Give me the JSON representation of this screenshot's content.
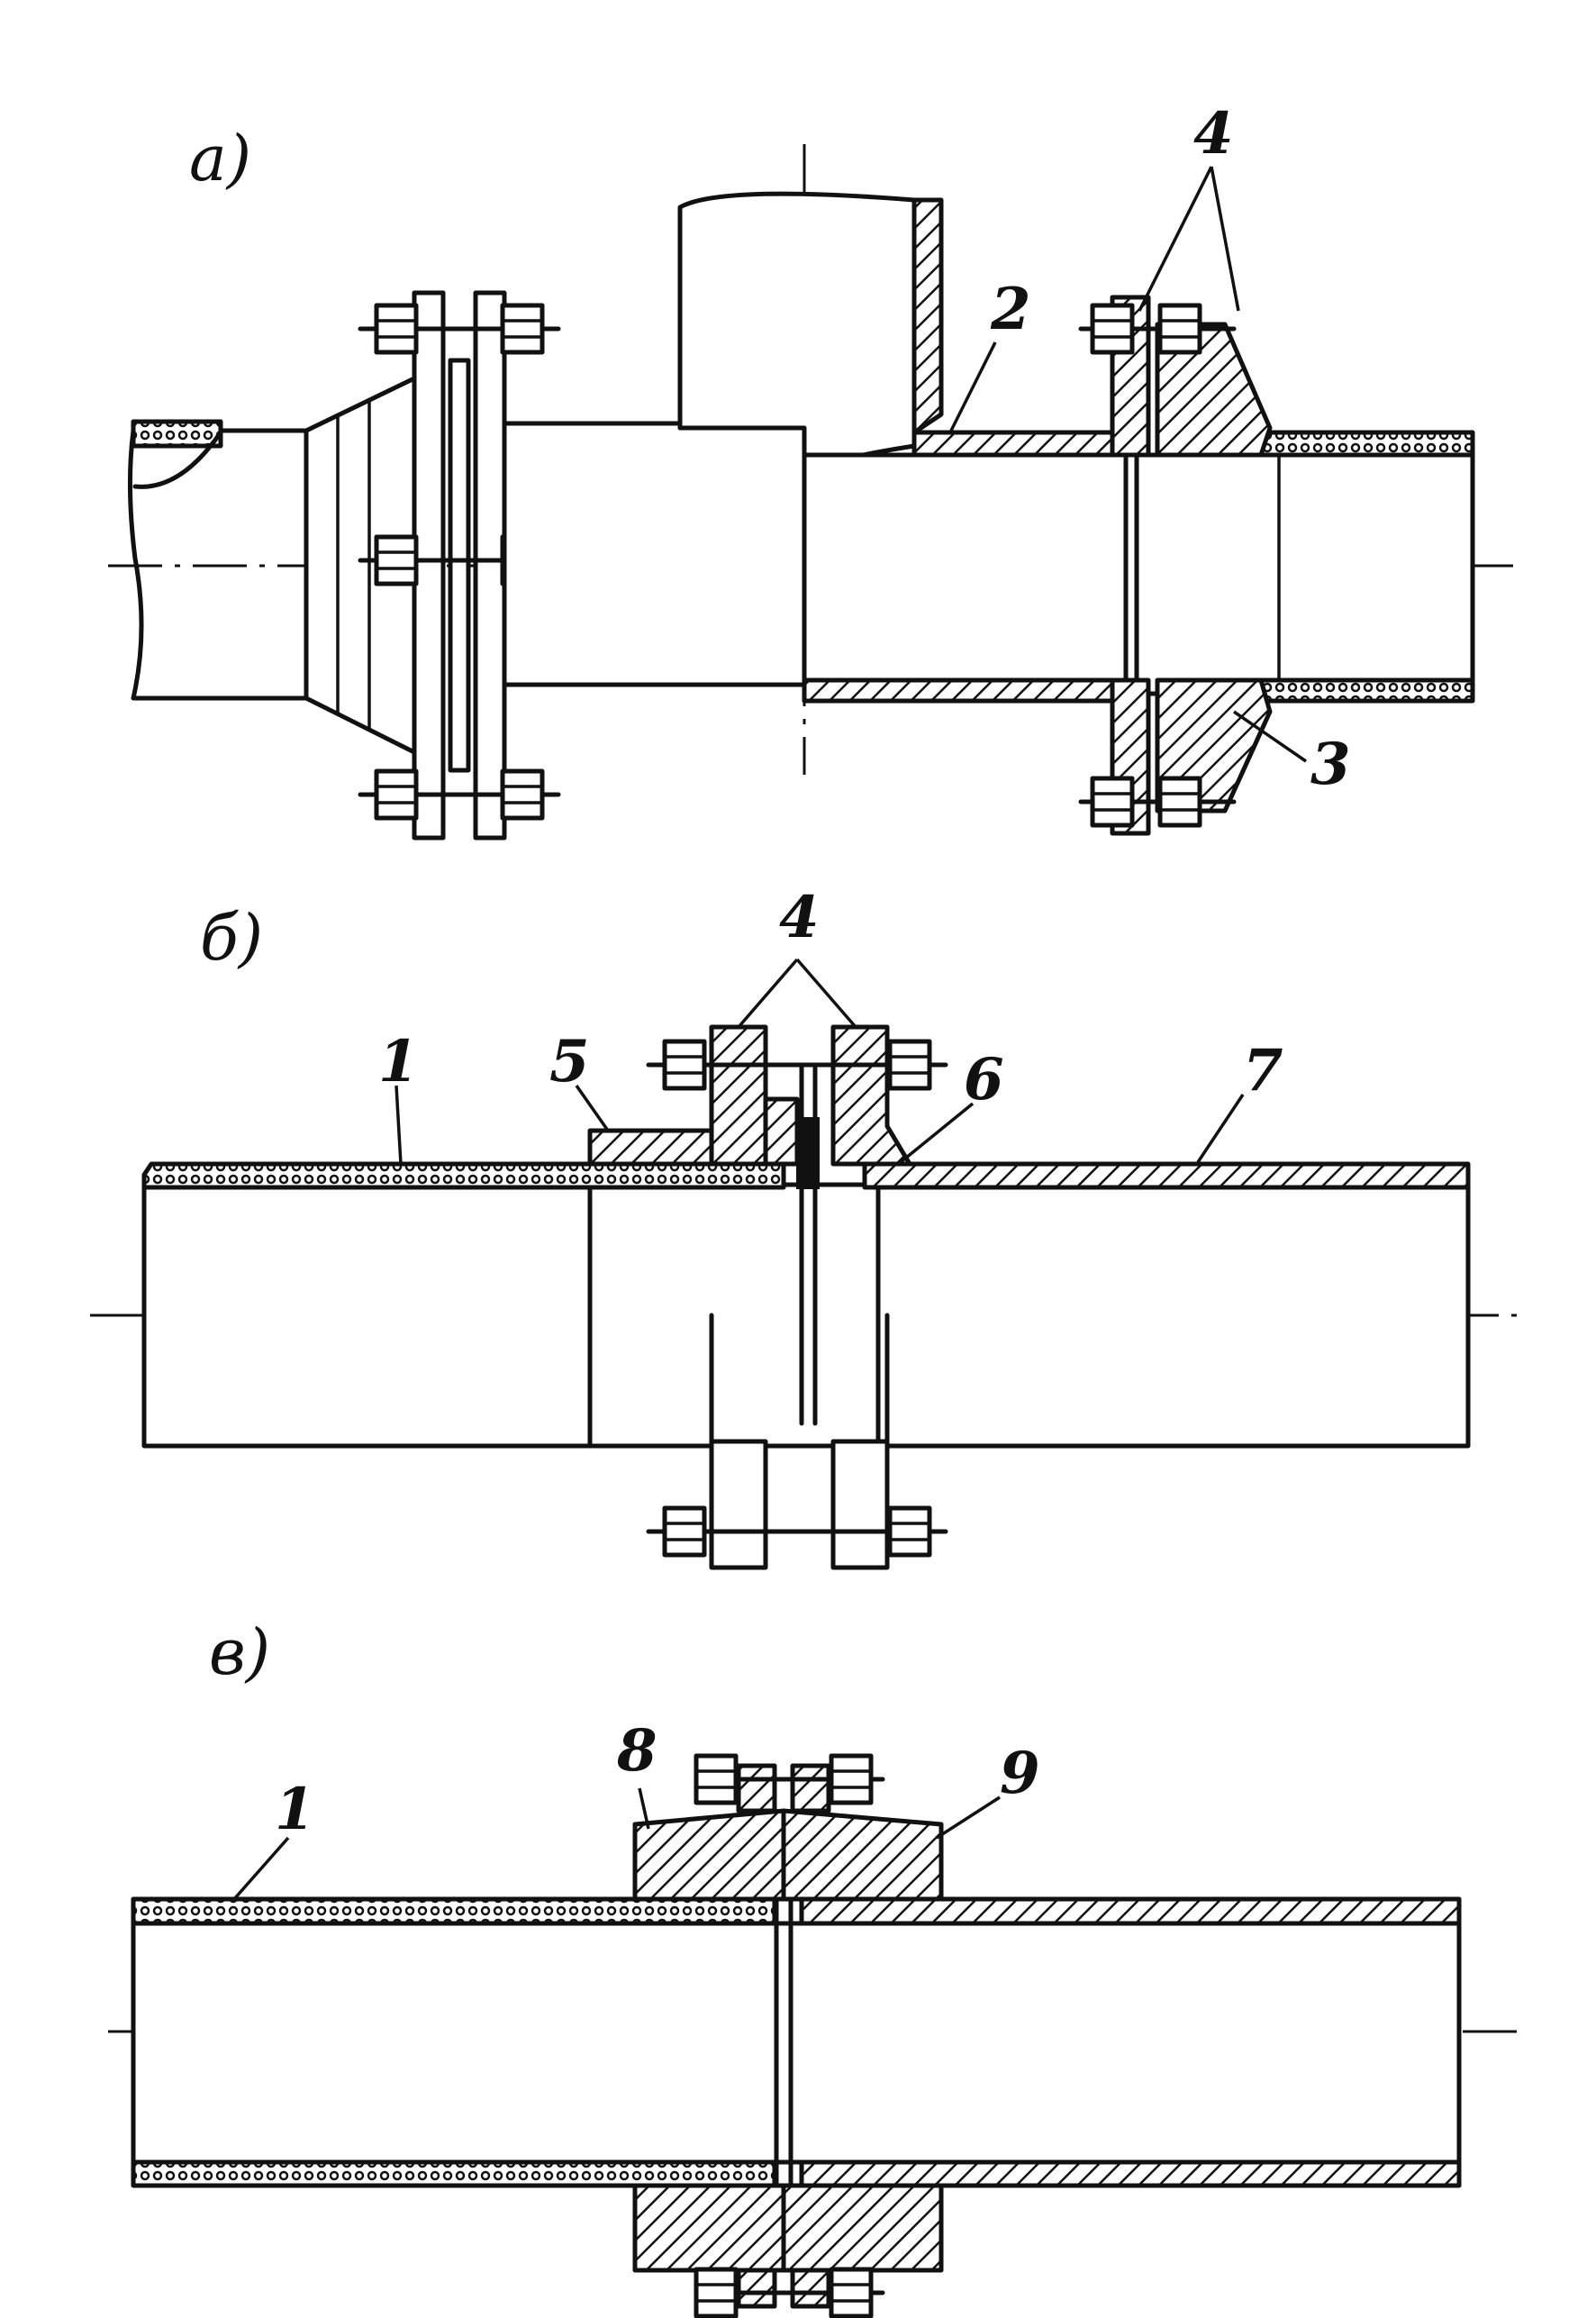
{
  "figure": {
    "panels": [
      {
        "letter": "а)"
      },
      {
        "letter": "б)"
      },
      {
        "letter": "в)"
      }
    ],
    "callouts": {
      "a_1": "4",
      "a_2": "2",
      "a_3": "3",
      "b_1": "4",
      "b_2": "1",
      "b_3": "5",
      "b_4": "6",
      "b_5": "7",
      "c_1": "8",
      "c_2": "9",
      "c_3": "1"
    }
  },
  "colors": {
    "ink": "#111111",
    "paper": "#ffffff"
  }
}
